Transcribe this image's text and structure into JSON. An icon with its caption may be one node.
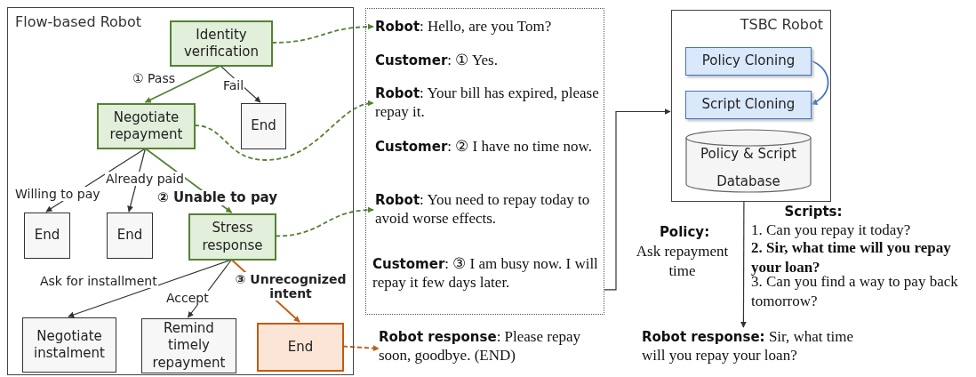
{
  "diagram": {
    "nodes": [
      {
        "text": [
          "Flow-based Robot"
        ]
      },
      {
        "text": [
          "Identity verification"
        ],
        "in": 0
      },
      {
        "text": [
          "Negotiate repayment"
        ],
        "in": 0
      },
      {
        "text": [
          "End"
        ],
        "in": 0
      },
      {
        "text": [
          "End"
        ],
        "in": 0
      },
      {
        "text": [
          "End"
        ],
        "in": 0
      },
      {
        "text": [
          "Stress response"
        ],
        "in": 0
      },
      {
        "text": [
          "Negotiate instalment"
        ],
        "in": 0
      },
      {
        "text": [
          "Remind timely repayment"
        ],
        "in": 0
      },
      {
        "text": [
          "End"
        ],
        "in": 0
      },
      {
        "text": [],
        "shape": "box"
      },
      {
        "text": [
          "**Robot**: Hello, are you Tom?"
        ],
        "in": 10
      },
      {
        "text": [
          "**Customer**: ① Yes."
        ],
        "in": 10
      },
      {
        "text": [
          "**Robot**: Your bill has expired, please repay it."
        ],
        "in": 10
      },
      {
        "text": [
          "**Customer**: ② I have no time now."
        ],
        "in": 10
      },
      {
        "text": [
          "**Robot**: You need to repay today to avoid worse effects."
        ],
        "in": 10
      },
      {
        "text": [
          "**Customer**: ③ I am busy now. I will repay it few days later."
        ],
        "in": 10
      },
      {
        "text": [
          "**Robot response**: Please repay soon, goodbye. (END)"
        ]
      },
      {
        "text": [
          "TSBC Robot"
        ]
      },
      {
        "text": [
          "Policy Cloning"
        ],
        "in": 18
      },
      {
        "text": [
          "Script Cloning"
        ],
        "in": 18
      },
      {
        "text": [
          "Policy & Script Database"
        ],
        "in": 18
      },
      {
        "text": [
          "**Robot response:** Sir, what time will you repay your loan?"
        ]
      }
    ],
    "edges": [
      {
        "from": 1,
        "to": 2,
        "arrow": "to",
        "label": "① Pass",
        "color": "#548235"
      },
      {
        "from": 1,
        "to": 3,
        "arrow": "to",
        "label": "Fail"
      },
      {
        "from": 2,
        "to": 4,
        "arrow": "to",
        "label": "Willing to pay"
      },
      {
        "from": 2,
        "to": 5,
        "arrow": "to",
        "label": "Already paid"
      },
      {
        "from": 2,
        "to": 6,
        "arrow": "to",
        "label": "② Unable to pay",
        "color": "#548235"
      },
      {
        "from": 6,
        "to": 7,
        "arrow": "to",
        "label": "Ask for installment"
      },
      {
        "from": 6,
        "to": 8,
        "arrow": "to",
        "label": "Accept"
      },
      {
        "from": 6,
        "to": 9,
        "arrow": "to",
        "label": "③ Unrecognized intent",
        "color": "#c55a11"
      },
      {
        "from": 1,
        "to": 11,
        "arrow": "to",
        "style": "dashed",
        "color": "#548235"
      },
      {
        "from": 2,
        "to": 13,
        "arrow": "to",
        "style": "dashed",
        "color": "#548235"
      },
      {
        "from": 6,
        "to": 15,
        "arrow": "to",
        "style": "dashed",
        "color": "#548235"
      },
      {
        "from": 9,
        "to": 17,
        "arrow": "to",
        "style": "dashed",
        "color": "#c55a11"
      },
      {
        "from": 16,
        "to": 18,
        "arrow": "to"
      },
      {
        "from": 19,
        "to": 20,
        "arrow": "to",
        "color": "#4472c4"
      },
      {
        "from": 18,
        "to": 22,
        "arrow": "to"
      }
    ],
    "labels": [
      "Policy:",
      "Ask repayment time",
      "Scripts:",
      "1. Can you repay it today?",
      "2. Sir, what time will you repay your loan?",
      "3. Can you find a way to pay back tomorrow?"
    ]
  }
}
